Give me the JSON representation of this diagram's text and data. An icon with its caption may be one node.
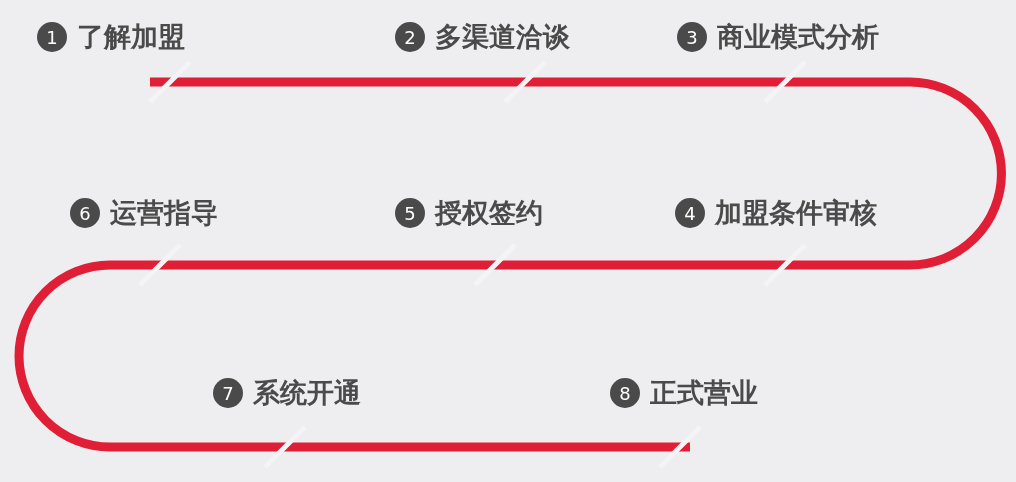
{
  "diagram": {
    "nodes": [
      {
        "text": [
          "1",
          "了解加盟"
        ]
      },
      {
        "text": [
          "2",
          "多渠道洽谈"
        ]
      },
      {
        "text": [
          "3",
          "商业模式分析"
        ]
      },
      {
        "text": [
          "4",
          "加盟条件审核"
        ]
      },
      {
        "text": [
          "5",
          "授权签约"
        ]
      },
      {
        "text": [
          "6",
          "运营指导"
        ]
      },
      {
        "text": [
          "7",
          "系统开通"
        ]
      },
      {
        "text": [
          "8",
          "正式营业"
        ]
      }
    ]
  }
}
